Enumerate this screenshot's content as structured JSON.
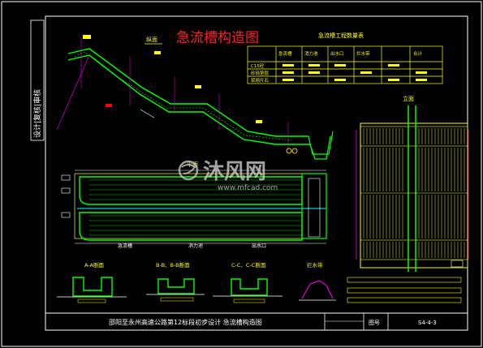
{
  "drawing": {
    "title": "急流槽构造图",
    "side_strip": "设计|复核|审核",
    "section_labels": {
      "elevation": "纵面",
      "plan": "平面",
      "sec_aa": "A-A断面",
      "sec_bb": "B-B、B-B断面",
      "sec_cc": "C-C、C-C断面",
      "drain": "拦水带",
      "end_view": "立面"
    },
    "plan_labels": {
      "left": "急流槽",
      "mid": "消力池",
      "right": "出水口"
    },
    "table": {
      "title": "急流槽工程数量表",
      "headers": [
        "",
        "急流槽",
        "消力池",
        "出水口",
        "拦水带",
        "合计"
      ],
      "rows": [
        [
          "C15砼",
          "",
          "",
          "",
          "",
          ""
        ],
        [
          "砂砾垫层",
          "",
          "",
          "",
          "",
          ""
        ],
        [
          "浆砌片石",
          "",
          "",
          "",
          "",
          ""
        ]
      ]
    },
    "title_block": {
      "project": "邵阳至永州高速公路第12标段初步设计  急流槽构造图",
      "drawing_no_label": "图号",
      "drawing_no": "S4-4-3"
    },
    "watermark": {
      "brand": "沐风网",
      "url": "www.mfcad.com"
    }
  },
  "colors": {
    "background": "#000000",
    "frame": "#ffffff",
    "outline": "#00ff00",
    "title_red": "#ff2020",
    "cyan": "#00ffff",
    "yellow": "#ffff00",
    "magenta": "#ff00ff"
  }
}
